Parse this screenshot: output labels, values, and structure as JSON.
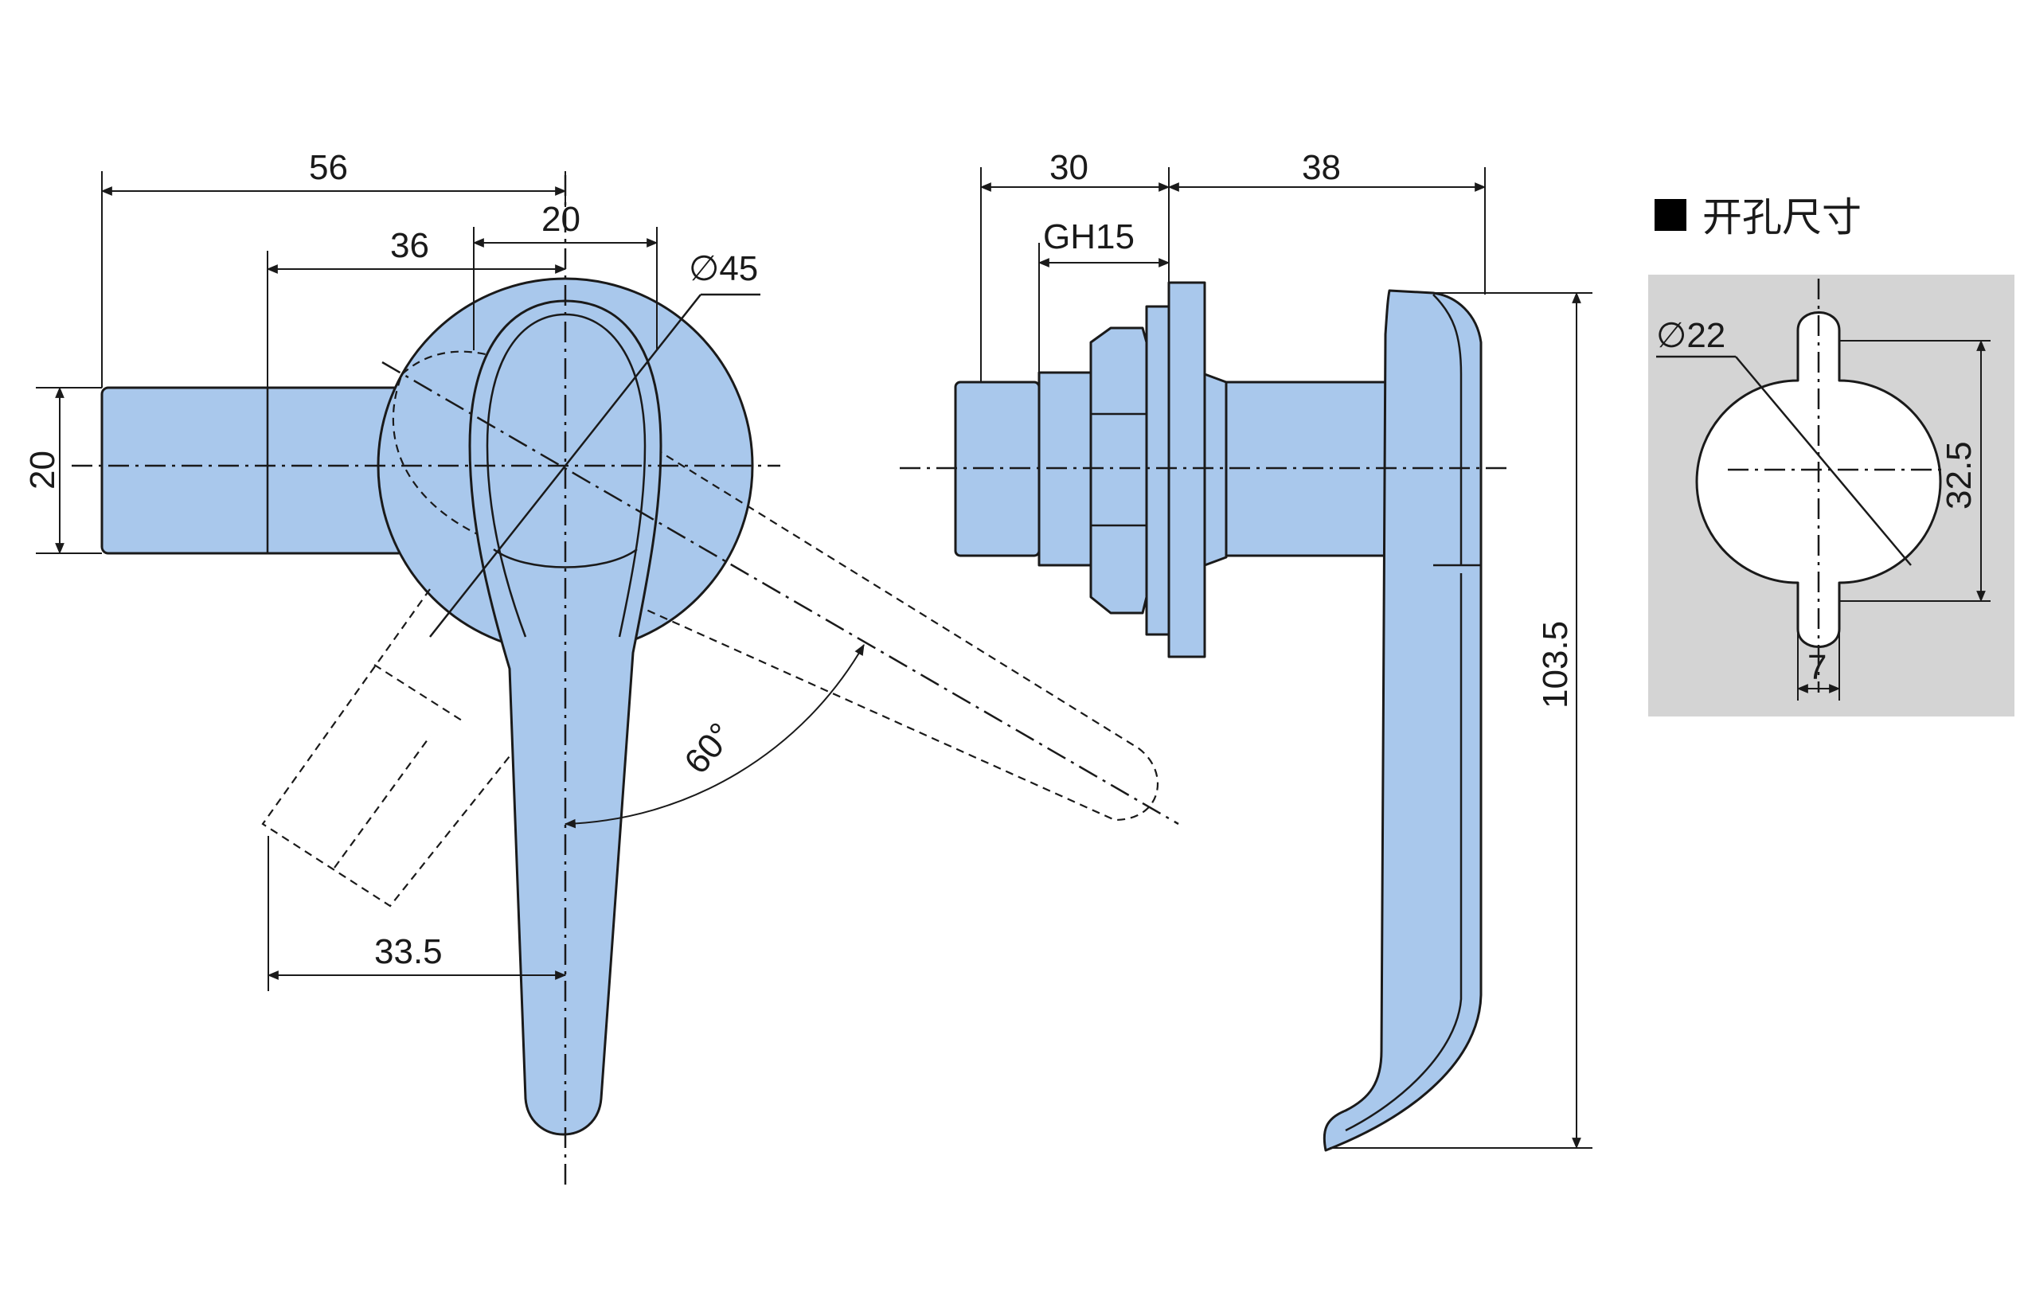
{
  "front_view": {
    "dim_width_56": "56",
    "dim_width_36": "36",
    "dim_width_20_top": "20",
    "dim_diameter_45": "∅45",
    "dim_height_20": "20",
    "dim_angle": "60°",
    "dim_offset": "33.5"
  },
  "side_view": {
    "dim_30": "30",
    "dim_38": "38",
    "dim_thread": "GH15",
    "dim_height": "103.5"
  },
  "cutout": {
    "title": "开孔尺寸",
    "dim_diameter": "∅22",
    "dim_height": "32.5",
    "dim_width": "7"
  },
  "colors": {
    "part_fill": "#a9c8ec",
    "cutout_bg": "#d4d4d4",
    "line": "#1a1a1a"
  }
}
